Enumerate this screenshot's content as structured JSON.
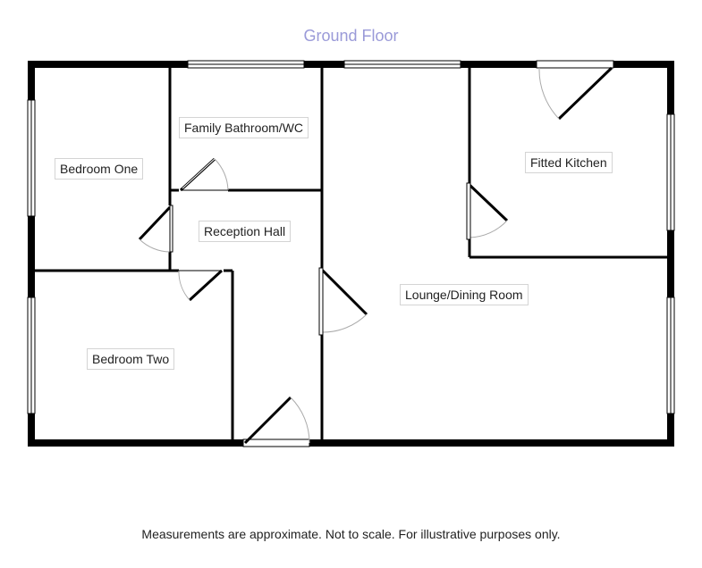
{
  "title": "Ground Floor",
  "rooms": {
    "bedroom_one": "Bedroom One",
    "family_bathroom": "Family Bathroom/WC",
    "reception_hall": "Reception Hall",
    "bedroom_two": "Bedroom Two",
    "fitted_kitchen": "Fitted Kitchen",
    "lounge_dining": "Lounge/Dining Room"
  },
  "footer": "Measurements are approximate. Not to scale. For illustrative purposes only.",
  "colors": {
    "title": "#9a9ad8",
    "wall": "#000000",
    "label_border": "#d4d4d4"
  }
}
